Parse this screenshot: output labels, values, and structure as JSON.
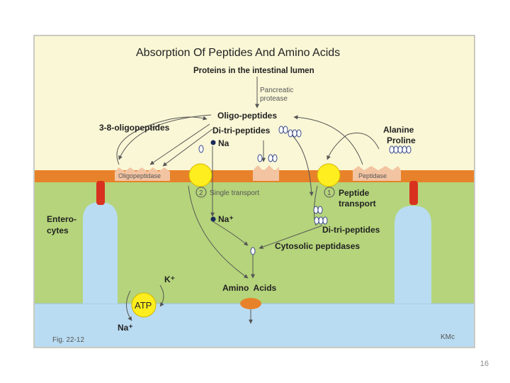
{
  "figure": {
    "title": "Absorption Of Peptides And Amino Acids",
    "lumen_heading": "Proteins in the intestinal lumen",
    "pancreatic_protease": [
      "Pancreatic",
      "protease"
    ],
    "oligo_peptides": "Oligo-peptides",
    "three_eight_oligo": "3-8-oligopeptides",
    "di_tri_peptides_top": "Di-tri-peptides",
    "na_top": "Na",
    "alanine": "Alanine",
    "proline": "Proline",
    "oligopeptidase": "Oligopeptidase",
    "peptidase": "Peptidase",
    "single_transport_num": "2",
    "single_transport": "Single transport",
    "peptide_transport_num": "1",
    "peptide_transport": [
      "Peptide",
      "transport"
    ],
    "na_plus": "Na⁺",
    "enterocytes": [
      "Entero-",
      "cytes"
    ],
    "di_tri_peptides_cell": "Di-tri-peptides",
    "cytosolic_peptidases": "Cytosolic peptidases",
    "k_plus": "K⁺",
    "atp": "ATP",
    "amino_acids": "Amino  Acids",
    "na_bottom": "Na⁺",
    "fig_label": "Fig. 22-12",
    "credit": "KMc"
  },
  "colors": {
    "lumen": "#faf7d6",
    "membrane": "#e8822a",
    "cytoplasm": "#b5d47b",
    "blood": "#b9dcf2",
    "transporter": "#ffee1f",
    "junction": "#d8321f",
    "enzyme": "#f3c4a2",
    "arrow": "#555555"
  },
  "slide_number": "16"
}
